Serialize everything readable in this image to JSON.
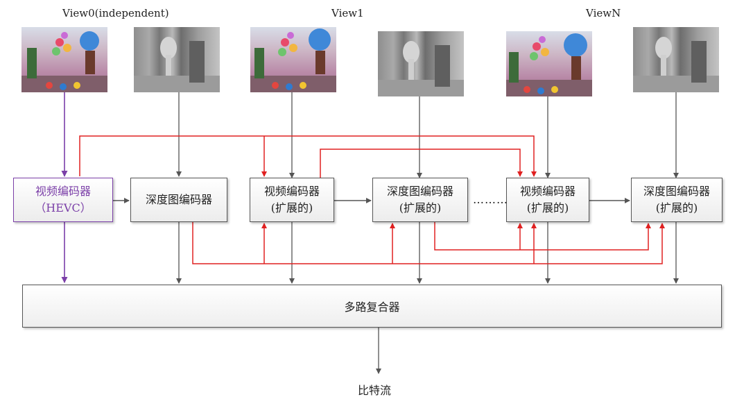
{
  "views": [
    {
      "title": "View0(independent)"
    },
    {
      "title": "View1"
    },
    {
      "title": "ViewN"
    }
  ],
  "encoders": {
    "base_video": {
      "line1": "视频编码器",
      "line2": "（HEVC）"
    },
    "depth0": {
      "line1": "深度图编码器"
    },
    "video1": {
      "line1": "视频编码器",
      "line2": "(扩展的)"
    },
    "depth1": {
      "line1": "深度图编码器",
      "line2": "(扩展的)"
    },
    "videoN": {
      "line1": "视频编码器",
      "line2": "(扩展的)"
    },
    "depthN": {
      "line1": "深度图编码器",
      "line2": "(扩展的)"
    }
  },
  "ellipsis": "………",
  "mux": {
    "label": "多路复合器"
  },
  "output": {
    "label": "比特流"
  },
  "colors": {
    "base_arrow": "#7b3fa8",
    "dependency_arrow": "#e02020",
    "flow_arrow": "#555555"
  },
  "icons": {
    "color_view": "texture-image-icon",
    "depth_view": "depth-map-icon"
  }
}
